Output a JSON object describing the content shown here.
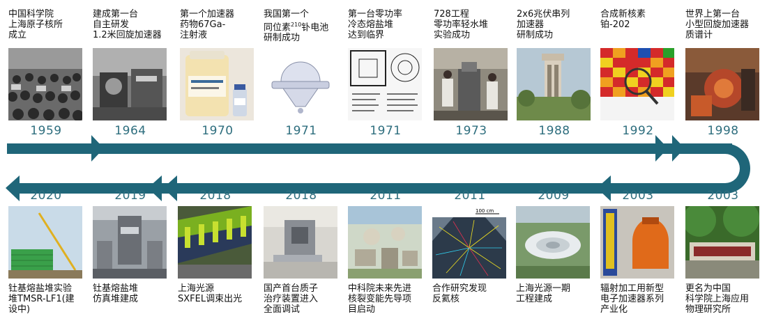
{
  "colors": {
    "band": "#1f6679",
    "year": "#2e6e7e",
    "text": "#111111"
  },
  "top_row": [
    {
      "year": "1959",
      "caption": "中国科学院\n上海原子核所\n成立",
      "icon": "photo-crowd-meeting"
    },
    {
      "year": "1964",
      "caption": "建成第一台\n自主研发\n1.2米回旋加速器",
      "icon": "photo-cyclotron-hall"
    },
    {
      "year": "1970",
      "caption": "第一个加速器\n药物67Ga-\n注射液",
      "icon": "photo-medicine-bottles"
    },
    {
      "year": "1971",
      "caption_pre": "我国第一个\n同位素",
      "caption_sup": "210",
      "caption_post": "钋电池\n研制成功",
      "icon": "photo-polonium-battery"
    },
    {
      "year": "1971",
      "caption": "第一台零功率\n冷态熔盐堆\n达到临界",
      "icon": "photo-reactor-diagram"
    },
    {
      "year": "1973",
      "caption": "728工程\n零功率轻水堆\n实验成功",
      "icon": "photo-lab-workers"
    },
    {
      "year": "1988",
      "caption": "2x6兆伏串列\n加速器\n研制成功",
      "icon": "photo-accelerator-tower"
    },
    {
      "year": "1992",
      "caption": "合成新核素\n铂-202",
      "icon": "photo-nuclide-chart"
    },
    {
      "year": "1998",
      "caption": "世界上第一台\n小型回旋加速器\n质谱计",
      "icon": "photo-mass-spectrometer"
    }
  ],
  "bottom_row": [
    {
      "year": "2020",
      "caption": "钍基熔盐堆实验\n堆TMSR-LF1(建\n设中)",
      "icon": "photo-construction-crane"
    },
    {
      "year": "2019",
      "caption": "钍基熔盐堆\n仿真堆建成",
      "icon": "photo-simulation-reactor"
    },
    {
      "year": "2018",
      "caption": "上海光源\nSXFEL调束出光",
      "icon": "photo-sxfel-undulator"
    },
    {
      "year": "2018",
      "caption": "国产首台质子\n治疗装置进入\n全面调试",
      "icon": "photo-proton-therapy"
    },
    {
      "year": "2011",
      "caption": "中科院未来先进\n核裂变能先导项\n目启动",
      "icon": "photo-reactor-rendering"
    },
    {
      "year": "2011",
      "caption": "合作研究发现\n反氦核",
      "icon": "photo-particle-tracks"
    },
    {
      "year": "2009",
      "caption": "上海光源一期\n工程建成",
      "icon": "photo-ssrf-aerial"
    },
    {
      "year": "2003",
      "caption": "辐射加工用新型\n电子加速器系列\n产业化",
      "icon": "photo-electron-accelerator"
    },
    {
      "year": "2003",
      "caption": "更名为中国\n科学院上海应用\n物理研究所",
      "icon": "photo-institute-sign"
    }
  ],
  "misc": {
    "scale_label": "100 cm"
  }
}
